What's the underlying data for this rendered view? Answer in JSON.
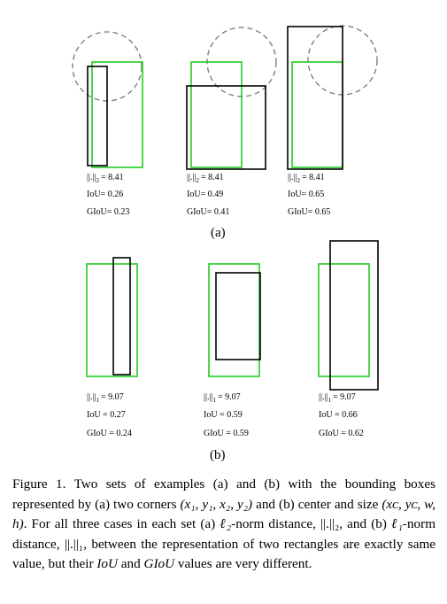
{
  "colors": {
    "target_box": "#22cc22",
    "predicted_box": "#000000",
    "circle": "#777777"
  },
  "set_a": {
    "label": "(a)",
    "examples": [
      {
        "norm": "||.||",
        "sub": "2",
        "norm_value": "= 8.41",
        "iou": "IoU= 0.26",
        "giou": "GIoU= 0.23"
      },
      {
        "norm": "||.||",
        "sub": "2",
        "norm_value": "= 8.41",
        "iou": "IoU= 0.49",
        "giou": "GIoU= 0.41"
      },
      {
        "norm": "||.||",
        "sub": "2",
        "norm_value": "= 8.41",
        "iou": "IoU= 0.65",
        "giou": "GIoU= 0.65"
      }
    ]
  },
  "set_b": {
    "label": "(b)",
    "examples": [
      {
        "norm": "||.||",
        "sub": "1",
        "norm_value": "= 9.07",
        "iou": "IoU = 0.27",
        "giou": "GIoU = 0.24"
      },
      {
        "norm": "||.||",
        "sub": "1",
        "norm_value": "= 9.07",
        "iou": "IoU = 0.59",
        "giou": "GIoU = 0.59"
      },
      {
        "norm": "||.||",
        "sub": "1",
        "norm_value": "= 9.07",
        "iou": "IoU = 0.66",
        "giou": "GIoU = 0.62"
      }
    ]
  },
  "caption": {
    "prefix": "Figure 1.",
    "text_1": " Two sets of examples (a) and (b) with the bounding boxes represented by (a) two corners ",
    "math_corners": "(x₁, y₁, x₂, y₂)",
    "text_2": " and (b) center and size ",
    "math_center": "(xᴄ, yᴄ, w, h)",
    "text_3": ". For all three cases in each set (a) ",
    "math_l2": "ℓ₂",
    "text_4": "-norm distance, ",
    "math_l2norm": "||.||₂",
    "text_5": ", and (b) ",
    "math_l1": "ℓ₁",
    "text_6": "-norm distance, ",
    "math_l1norm": "||.||₁",
    "text_7": ", between the representation of two rectangles are exactly same value, but their ",
    "math_iou": "IoU",
    "text_8": " and ",
    "math_giou": "GIoU",
    "text_9": " values are very different."
  }
}
